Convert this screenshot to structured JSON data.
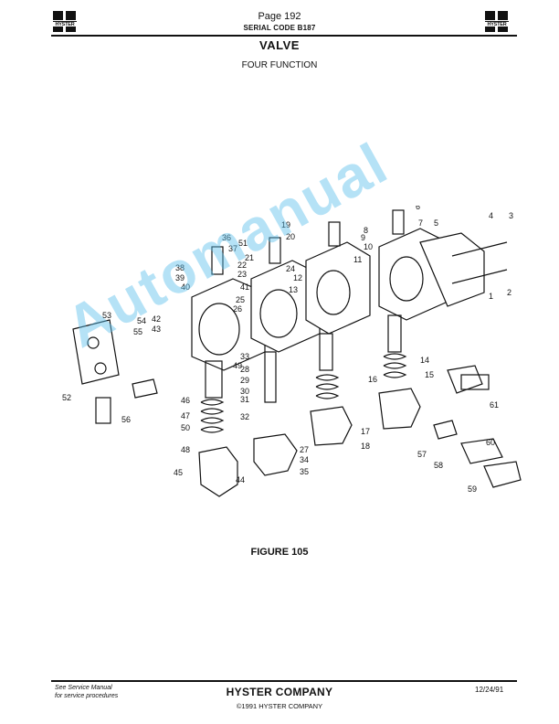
{
  "header": {
    "logo_text": "HYSTER",
    "page_label": "Page 192",
    "serial_code": "SERIAL CODE B187"
  },
  "title": "VALVE",
  "subtitle": "FOUR FUNCTION",
  "figure_caption": "FIGURE 105",
  "watermark": "Automanual",
  "callouts": [
    "1",
    "2",
    "3",
    "4",
    "5",
    "6",
    "7",
    "8",
    "9",
    "10",
    "11",
    "12",
    "13",
    "14",
    "15",
    "16",
    "17",
    "18",
    "19",
    "20",
    "21",
    "22",
    "23",
    "24",
    "25",
    "26",
    "27",
    "28",
    "29",
    "30",
    "31",
    "32",
    "33",
    "34",
    "35",
    "36",
    "37",
    "38",
    "39",
    "40",
    "41",
    "42",
    "43",
    "44",
    "45",
    "46",
    "47",
    "48",
    "49",
    "50",
    "51",
    "52",
    "53",
    "54",
    "55",
    "56",
    "57",
    "58",
    "59",
    "60",
    "61"
  ],
  "footer": {
    "note_line1": "See Service Manual",
    "note_line2": "for service procedures",
    "company": "HYSTER COMPANY",
    "copyright": "©1991 HYSTER COMPANY",
    "date": "12/24/91"
  }
}
